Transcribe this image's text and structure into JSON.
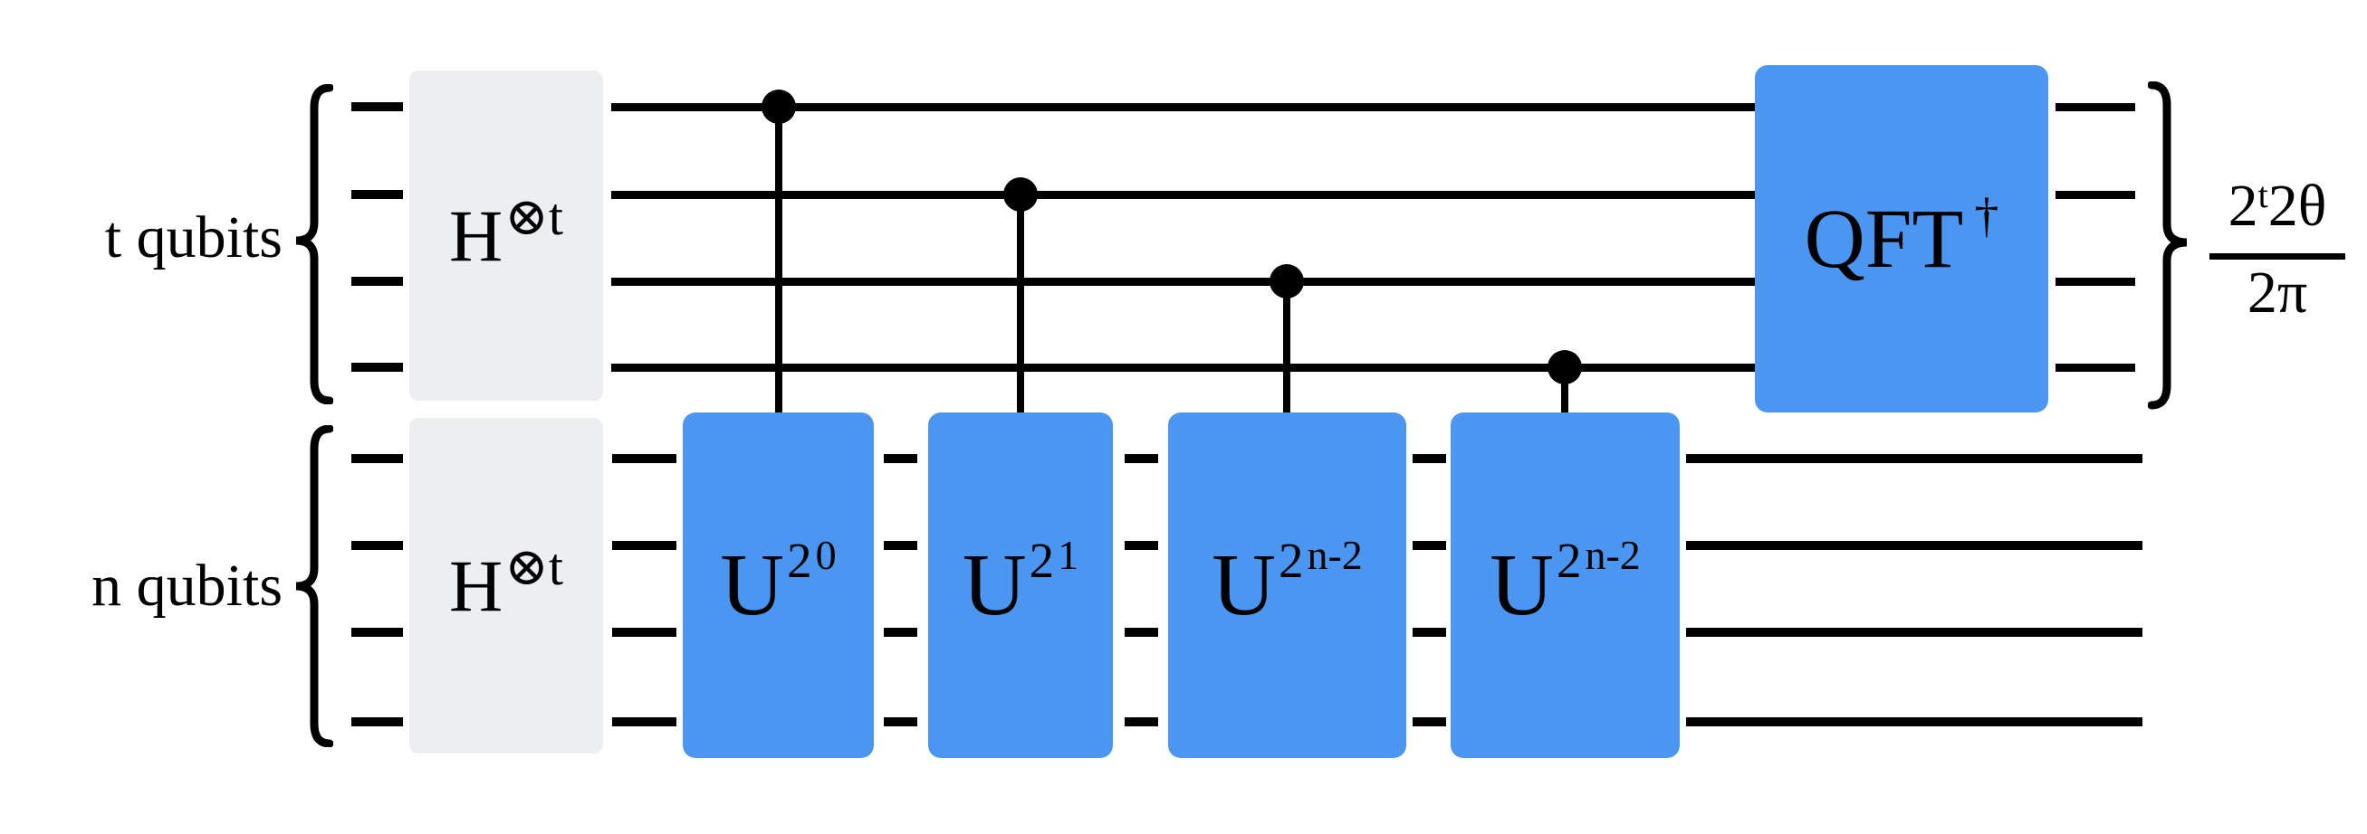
{
  "diagram_title": "quantum-phase-estimation-circuit",
  "colors": {
    "background": "#ffffff",
    "gate_blue": "#4a96f0",
    "gate_gray": "#eceef2",
    "wire": "#000000",
    "text": "#000000"
  },
  "registers": {
    "top": {
      "label": "t qubits",
      "wires": 4
    },
    "bottom": {
      "label": "n qubits",
      "wires": 4
    }
  },
  "gates": {
    "h_top": {
      "base": "H",
      "sup": "⊗t"
    },
    "h_bottom": {
      "base": "H",
      "sup": "⊗t"
    },
    "u1": {
      "base": "U",
      "sup": "2",
      "supsup": "0"
    },
    "u2": {
      "base": "U",
      "sup": "2",
      "supsup": "1"
    },
    "u3": {
      "base": "U",
      "sup": "2",
      "supsup": "n-2"
    },
    "u4": {
      "base": "U",
      "sup": "2",
      "supsup": "n-2"
    },
    "qft": {
      "base": "QFT",
      "sup": "†"
    }
  },
  "output": {
    "numerator_base": "2",
    "numerator_sup": "t",
    "numerator_rest": "2θ",
    "denominator": "2π"
  }
}
